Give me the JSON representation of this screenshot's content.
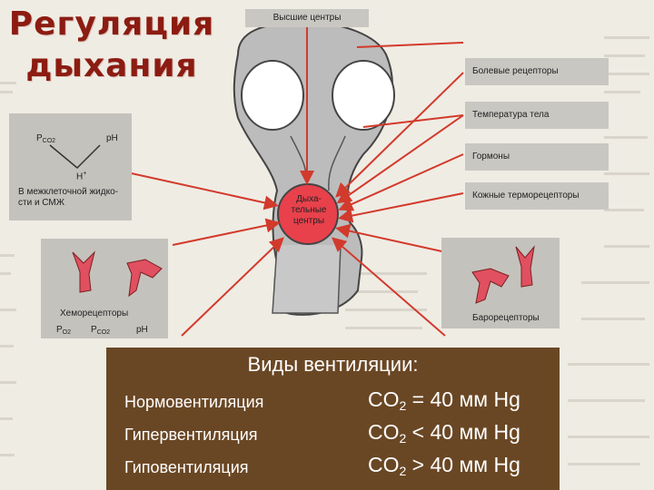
{
  "title": {
    "line1": "Регуляция",
    "line2": "дыхания"
  },
  "diagram": {
    "higher_centers": "Высшие центры",
    "pain_receptors": "Болевые рецепторы",
    "body_temperature": "Температура тела",
    "hormones": "Гормоны",
    "skin_thermoreceptors": "Кожные терморецепторы",
    "respiratory_center_line1": "Дыха-",
    "respiratory_center_line2": "тельные",
    "respiratory_center_line3": "центры",
    "interstitial": {
      "pco2_sym": "P",
      "pco2_sub": "CO2",
      "ph": "pH",
      "h_ion": "H",
      "h_sup": "+",
      "caption_line1": "В межклеточной жидко-",
      "caption_line2": "сти и СМЖ"
    },
    "chemoreceptors": {
      "label": "Хеморецепторы",
      "po2_sym": "P",
      "po2_sub": "O2",
      "pco2_sym": "P",
      "pco2_sub": "CO2",
      "ph": "pH"
    },
    "baroreceptors": "Барорецепторы"
  },
  "ventilation": {
    "heading": "Виды вентиляции:",
    "rows": [
      {
        "name": "Нормовентиляция",
        "co2": "CO",
        "sub": "2",
        "rest": " = 40 мм Hg"
      },
      {
        "name": "Гипервентиляция",
        "co2": "CO",
        "sub": "2",
        "rest": " < 40 мм Hg"
      },
      {
        "name": "Гиповентиляция",
        "co2": "CO",
        "sub": "2",
        "rest": " > 40 мм Hg"
      }
    ]
  },
  "colors": {
    "panel": "#6a4724",
    "arrow": "#d23a2c",
    "brain": "#bcbcbc",
    "center": "#e8414c",
    "title": "#8c1c12"
  }
}
